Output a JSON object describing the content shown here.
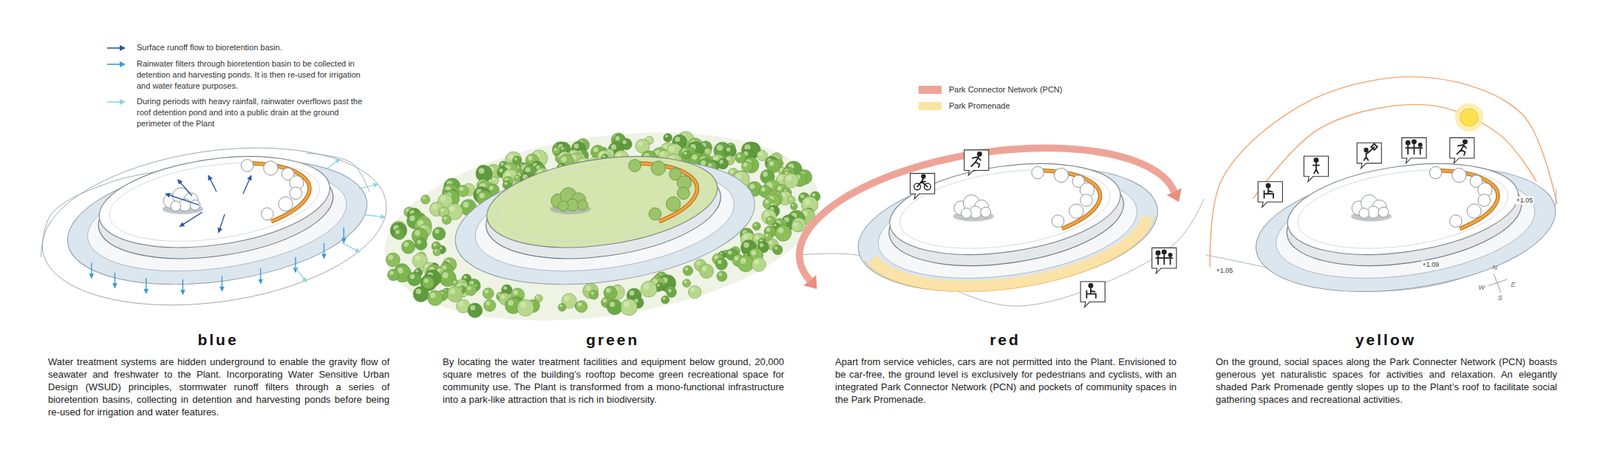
{
  "diagram": {
    "labels": [
      "blue",
      "Water treatment systems are hidden underground to enable the gravity flow of seawater and freshwater to the Plant. Incorporating Water Sensitive Urban Design (WSUD) principles, stormwater runoff filters through a series of bioretention basins, collecting in detention and harvesting ponds before being re-used for irrigation and water features.",
      "green",
      "By locating the water treatment facilities and equipment below ground, 20,000 square metres of the building’s rooftop become green recreational space for community use. The Plant is transformed from a mono-functional infrastructure into a park-like attraction that is rich in biodiversity.",
      "red",
      "Apart from service vehicles, cars are not permitted into the Plant. Envisioned to be car-free, the ground level is exclusively for pedestrians and cyclists, with an integrated Park Connector Network (PCN) and pockets of community spaces in the Park Promenade.",
      "yellow",
      "On the ground, social spaces along the Park Connecter Network (PCN) boasts generous yet naturalistic spaces for activities and relaxation. An elegantly shaded Park Promenade gently slopes up to the Plant’s roof to facilitate social gathering spaces and recreational activities.",
      "+1.05",
      "+1.09",
      "+1.05",
      "N",
      "E",
      "S",
      "W"
    ],
    "legend": [
      {
        "text": "Surface runoff flow to bioretention basin."
      },
      {
        "text": "Rainwater filters through bioretention basin to be collected in detention and harvesting ponds. It is then re-used for irrigation and water feature purposes."
      },
      {
        "text": "During periods with heavy rainfall, rainwater overflows past the roof detention pond and into a public drain at the ground perimeter of the Plant"
      },
      {
        "text": "Park Connector Network (PCN)",
        "color": "#eda497"
      },
      {
        "text": "Park Promenade",
        "color": "#fbe3a8"
      }
    ]
  }
}
